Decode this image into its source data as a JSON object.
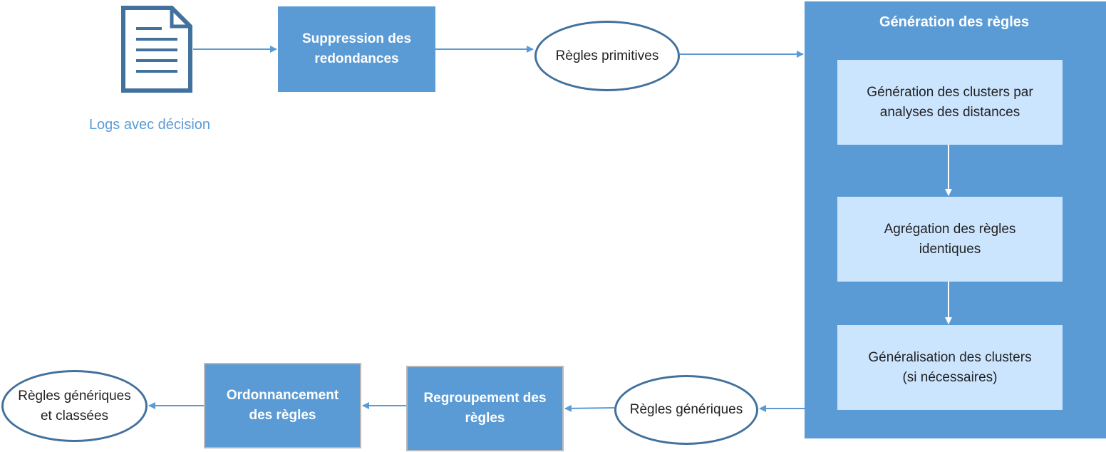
{
  "diagram": {
    "colors": {
      "accent": "#5B9BD5",
      "light_fill": "#CCE5FF",
      "ellipse_border": "#41719C",
      "arrow": "#5B9BD5",
      "caption": "#5B9BD5"
    },
    "nodes": {
      "logs": {
        "icon": "document-icon",
        "caption": "Logs avec décision"
      },
      "suppression": {
        "label": "Suppression des\nredondances"
      },
      "regles_primitives": {
        "label": "Règles primitives"
      },
      "generation": {
        "title": "Génération des règles",
        "steps": [
          {
            "label": "Génération des clusters par\nanalyses des distances"
          },
          {
            "label": "Agrégation des règles\nidentiques"
          },
          {
            "label": "Généralisation des clusters\n(si nécessaires)"
          }
        ]
      },
      "regles_generiques": {
        "label": "Règles génériques"
      },
      "regroupement": {
        "label": "Regroupement des\nrègles"
      },
      "ordonnancement": {
        "label": "Ordonnancement\ndes règles"
      },
      "regles_classees": {
        "label": "Règles génériques\net classées"
      }
    },
    "edges": [
      [
        "logs",
        "suppression"
      ],
      [
        "suppression",
        "regles_primitives"
      ],
      [
        "regles_primitives",
        "generation"
      ],
      [
        "generation.step1",
        "generation.step2"
      ],
      [
        "generation.step2",
        "generation.step3"
      ],
      [
        "generation",
        "regles_generiques"
      ],
      [
        "regles_generiques",
        "regroupement"
      ],
      [
        "regroupement",
        "ordonnancement"
      ],
      [
        "ordonnancement",
        "regles_classees"
      ]
    ]
  }
}
